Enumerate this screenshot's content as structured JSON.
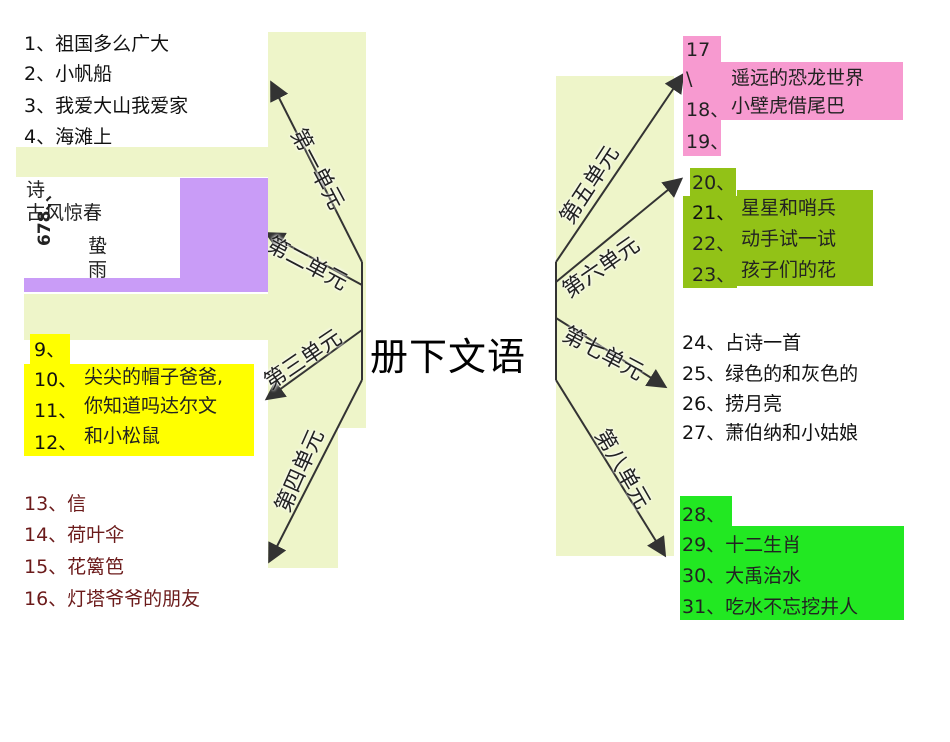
{
  "title": "册下文语",
  "units": [
    {
      "name": "第一单元",
      "items": [
        "1、祖国多么广大",
        "2、小帆船",
        "3、我爱大山我爱家",
        "4、海滩上"
      ]
    },
    {
      "name": "第二单元",
      "items": [
        "诗",
        "古风惊春",
        "678、、",
        "蛰",
        "雨"
      ]
    },
    {
      "name": "第三单元",
      "nums": [
        "9、",
        "10、",
        "11、",
        "12、"
      ],
      "items": [
        "尖尖的帽子爸爸,",
        "你知道吗达尔文",
        "和小松鼠"
      ]
    },
    {
      "name": "第四单元",
      "items": [
        "13、信",
        "14、荷叶伞",
        "15、花篱笆",
        "16、灯塔爷爷的朋友"
      ]
    },
    {
      "name": "第五单元",
      "nums": [
        "17",
        "\\",
        "18、",
        "19、"
      ],
      "items": [
        "遥远的恐龙世界",
        "小壁虎借尾巴"
      ]
    },
    {
      "name": "第六单元",
      "nums": [
        "20、",
        "21、",
        "22、",
        "23、"
      ],
      "items": [
        "星星和哨兵",
        "动手试一试",
        "孩子们的花"
      ]
    },
    {
      "name": "第七单元",
      "items": [
        "24、占诗一首",
        "25、绿色的和灰色的",
        "26、捞月亮",
        "27、萧伯纳和小姑娘"
      ]
    },
    {
      "name": "第八单元",
      "items": [
        "28、",
        "29、十二生肖",
        "30、大禹治水",
        "31、吃水不忘挖井人"
      ]
    }
  ],
  "colors": {
    "panel": "#eef5c9",
    "unit2_box": "#c99cf7",
    "unit3_box": "#ffff00",
    "unit5_box": "#f79ad0",
    "unit6_box": "#92c217",
    "unit8_box": "#22e822"
  }
}
